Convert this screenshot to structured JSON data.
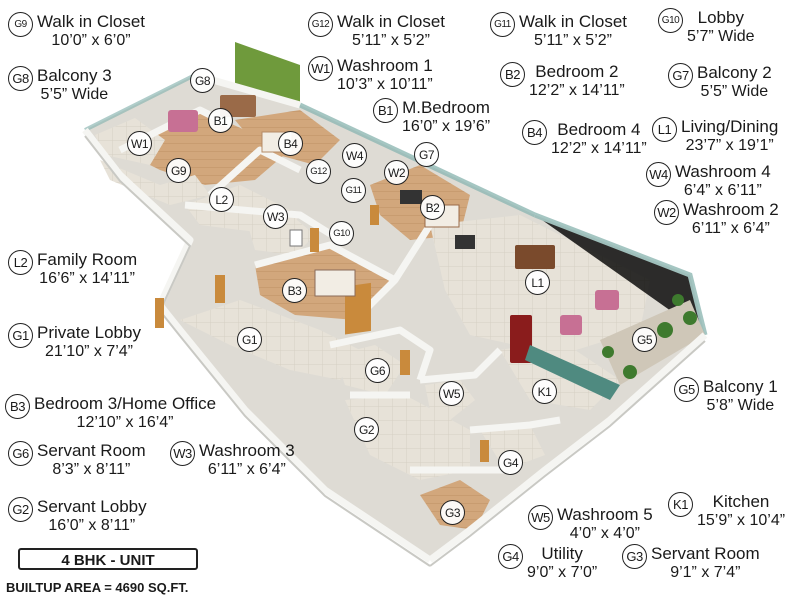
{
  "legend": [
    {
      "code": "G9",
      "name": "Walk in Closet",
      "dim": "10’0” x 6’0”"
    },
    {
      "code": "G8",
      "name": "Balcony 3",
      "dim": "5’5” Wide"
    },
    {
      "code": "G12",
      "name": "Walk in Closet",
      "dim": "5’11” x 5’2”"
    },
    {
      "code": "W1",
      "name": "Washroom 1",
      "dim": "10’3” x 10’11”"
    },
    {
      "code": "B1",
      "name": "M.Bedroom",
      "dim": "16’0” x 19’6”"
    },
    {
      "code": "G11",
      "name": "Walk in Closet",
      "dim": "5’11” x 5’2”"
    },
    {
      "code": "B2",
      "name": "Bedroom 2",
      "dim": "12’2” x 14’11”"
    },
    {
      "code": "B4",
      "name": "Bedroom 4",
      "dim": "12’2” x 14’11”"
    },
    {
      "code": "G10",
      "name": "Lobby",
      "dim": "5’7” Wide"
    },
    {
      "code": "G7",
      "name": "Balcony 2",
      "dim": "5’5” Wide"
    },
    {
      "code": "L1",
      "name": "Living/Dining",
      "dim": "23’7” x 19’1”"
    },
    {
      "code": "W4",
      "name": "Washroom 4",
      "dim": "6’4” x 6’11”"
    },
    {
      "code": "W2",
      "name": "Washroom 2",
      "dim": "6’11” x 6’4”"
    },
    {
      "code": "L2",
      "name": "Family Room",
      "dim": "16’6” x 14’11”"
    },
    {
      "code": "G1",
      "name": "Private Lobby",
      "dim": "21’10” x 7’4”"
    },
    {
      "code": "B3",
      "name": "Bedroom 3/Home Office",
      "dim": "12’10” x 16’4”"
    },
    {
      "code": "G6",
      "name": "Servant Room",
      "dim": "8’3” x 8’11”"
    },
    {
      "code": "W3",
      "name": "Washroom 3",
      "dim": "6’11” x 6’4”"
    },
    {
      "code": "G2",
      "name": "Servant Lobby",
      "dim": "16’0” x 8’11”"
    },
    {
      "code": "G5",
      "name": "Balcony 1",
      "dim": "5’8” Wide"
    },
    {
      "code": "K1",
      "name": "Kitchen",
      "dim": "15’9” x 10’4”"
    },
    {
      "code": "W5",
      "name": "Washroom 5",
      "dim": "4’0” x 4’0”"
    },
    {
      "code": "G4",
      "name": "Utility",
      "dim": "9’0” x 7’0”"
    },
    {
      "code": "G3",
      "name": "Servant Room",
      "dim": "9’1” x 7’4”"
    }
  ],
  "markers": [
    "G8",
    "B1",
    "W1",
    "G9",
    "B4",
    "G12",
    "W4",
    "G11",
    "W2",
    "G7",
    "B2",
    "L2",
    "W3",
    "G10",
    "B3",
    "L1",
    "G1",
    "G5",
    "G6",
    "W5",
    "K1",
    "G2",
    "G4",
    "G3"
  ],
  "unit_label": "4 BHK - UNIT",
  "area_label": "BUILTUP AREA = 4690 SQ.FT.",
  "colors": {
    "floor_wood": "#cfa276",
    "floor_tile": "#e6e2da",
    "wall": "#f7f7f5",
    "wall_shade": "#c9c9c4",
    "door": "#c98a3c",
    "accent_green": "#6f9a3c",
    "glass": "#9fc4c0",
    "kitchen_counter": "#4f8a80",
    "fridge": "#8a1c1c",
    "sofa": "#c77094",
    "plant": "#3e7a2e"
  }
}
